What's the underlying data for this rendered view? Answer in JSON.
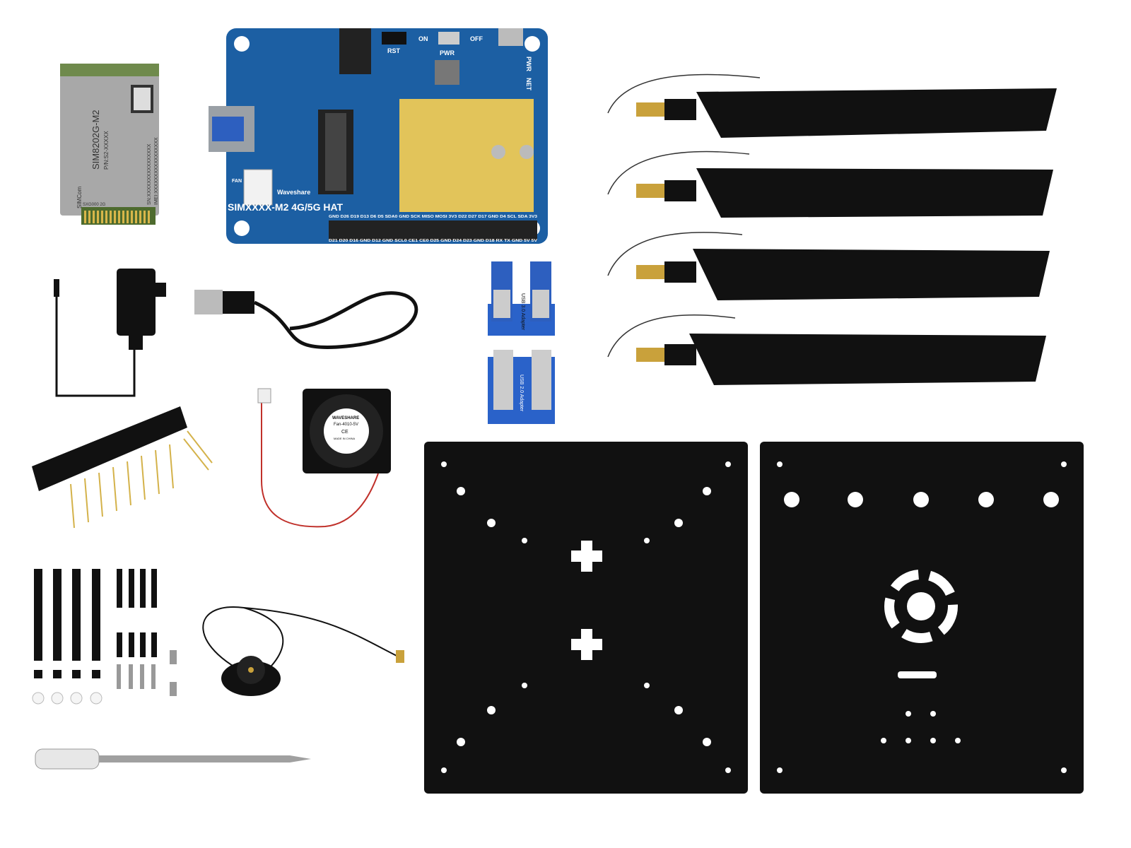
{
  "module": {
    "model": "SIM8202G-M2",
    "pn": "P/N:S2-XXXXX",
    "sn": "SN:XXXXXXXXXXXXXXXX",
    "imei": "IMEI:XXXXXXXXXXXXXXXXX",
    "brand": "SIMCom",
    "code": "SXG000 2G"
  },
  "hat": {
    "title": "SIMXXXX-M2 4G/5G HAT",
    "brand": "Waveshare",
    "rst": "RST",
    "on": "ON",
    "pwr": "PWR",
    "off": "OFF",
    "pwr_led": "PWR",
    "net_led": "NET",
    "fan": "FAN",
    "pins_top": [
      "GND",
      "D26",
      "D19",
      "D13",
      "D6",
      "D5",
      "SDA0",
      "GND",
      "SCK",
      "MISO",
      "MOSI",
      "3V3",
      "D22",
      "D27",
      "D17",
      "GND",
      "D4",
      "SCL",
      "SDA",
      "3V3"
    ],
    "pins_bottom": [
      "D21",
      "D20",
      "D16",
      "GND",
      "D12",
      "GND",
      "SCL0",
      "CE1",
      "CE0",
      "D25",
      "GND",
      "D24",
      "D23",
      "GND",
      "D18",
      "RX",
      "TX",
      "GND",
      "5V",
      "5V"
    ]
  },
  "adapters": {
    "usb3": "USB 3.0 Adapter",
    "usb2": "USB 2.0 Adapter"
  },
  "fan": {
    "brand": "WAVESHARE",
    "model": "Fan-4010-5V",
    "ce": "CE",
    "origin": "MADE IN CHINA"
  },
  "colors": {
    "pcb": "#1c5fa3",
    "gold": "#e2c45a",
    "black": "#111111"
  }
}
